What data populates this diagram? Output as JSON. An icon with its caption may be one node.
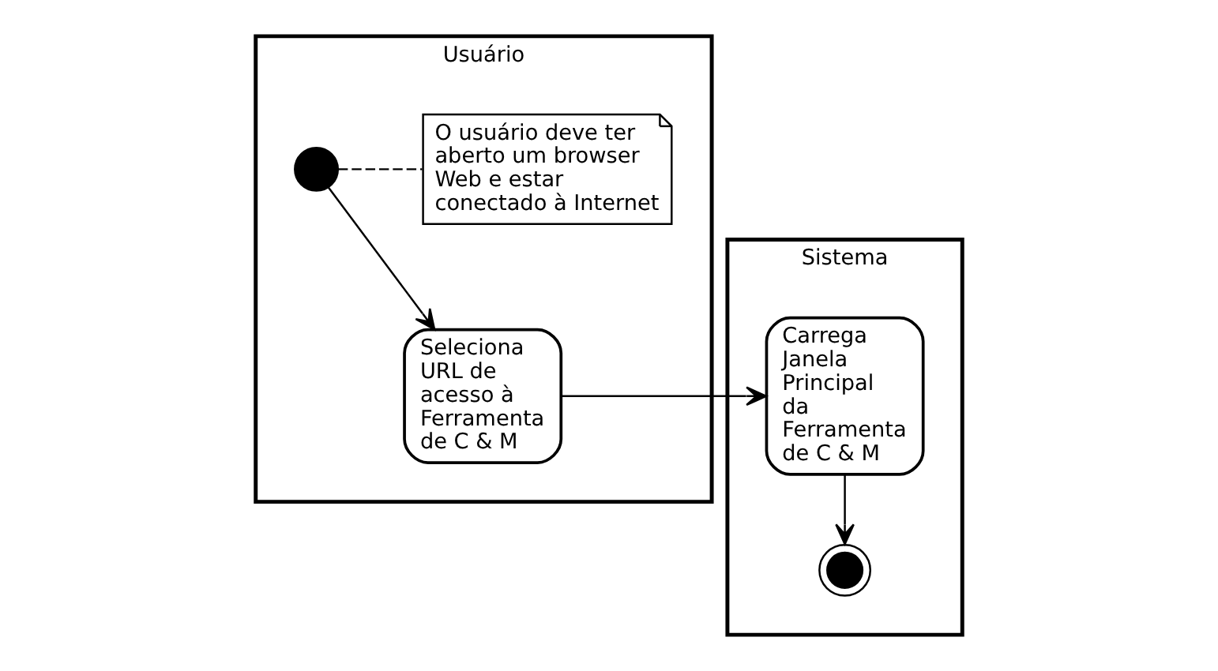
{
  "diagram": {
    "nodes": [
      {
        "text": [
          "Usuário"
        ]
      },
      {
        "text": [
          "Sistema"
        ]
      },
      {
        "text": [],
        "shape": "circle",
        "in": 0
      },
      {
        "text": [
          "O usuário deve ter aberto um browser Web e estar conectado à Internet"
        ],
        "in": 0
      },
      {
        "text": [
          "Seleciona URL de acesso à Ferramenta de C & M"
        ],
        "in": 0
      },
      {
        "text": [
          "Carrega Janela Principal da Ferramenta de C & M"
        ],
        "in": 1
      },
      {
        "text": [],
        "shape": "circle",
        "in": 1
      }
    ],
    "edges": [
      {
        "from": 2,
        "to": 3,
        "arrow": "none",
        "style": "dashed"
      },
      {
        "from": 2,
        "to": 4,
        "arrow": "to"
      },
      {
        "from": 4,
        "to": 5,
        "arrow": "to"
      },
      {
        "from": 5,
        "to": 6,
        "arrow": "to"
      }
    ]
  }
}
